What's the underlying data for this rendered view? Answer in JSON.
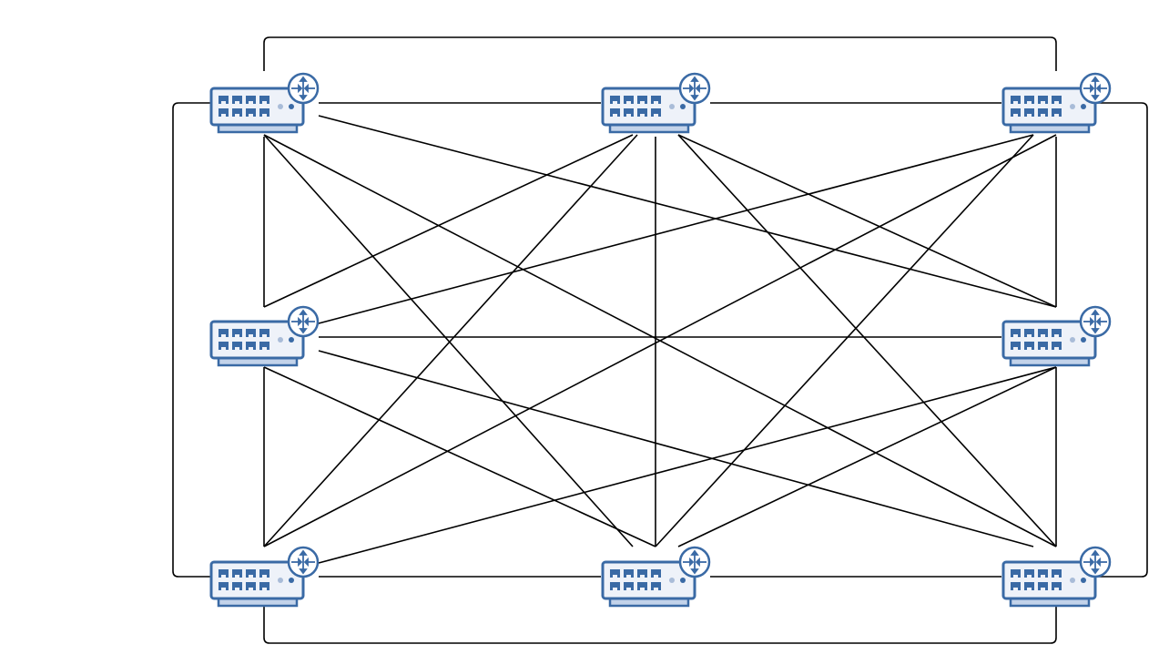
{
  "diagram": {
    "type": "full-mesh network topology",
    "node_icon": "layer3-switch-icon",
    "colors": {
      "icon_stroke": "#3a6aa5",
      "icon_fill": "#eef2f9",
      "icon_base": "#c3d3ea",
      "link": "#000000",
      "background": "#ffffff"
    },
    "nodes": [
      {
        "id": "top-left"
      },
      {
        "id": "top-center"
      },
      {
        "id": "top-right"
      },
      {
        "id": "middle-left"
      },
      {
        "id": "middle-right"
      },
      {
        "id": "bottom-left"
      },
      {
        "id": "bottom-center"
      },
      {
        "id": "bottom-right"
      }
    ],
    "links": [
      [
        "top-left",
        "top-center"
      ],
      [
        "top-center",
        "top-right"
      ],
      [
        "top-left",
        "top-right"
      ],
      [
        "middle-left",
        "middle-right"
      ],
      [
        "bottom-left",
        "bottom-center"
      ],
      [
        "bottom-center",
        "bottom-right"
      ],
      [
        "bottom-left",
        "bottom-right"
      ],
      [
        "top-left",
        "bottom-left"
      ],
      [
        "top-right",
        "bottom-right"
      ],
      [
        "top-left",
        "middle-left"
      ],
      [
        "middle-left",
        "bottom-left"
      ],
      [
        "top-right",
        "middle-right"
      ],
      [
        "middle-right",
        "bottom-right"
      ],
      [
        "top-center",
        "bottom-center"
      ],
      [
        "top-left",
        "bottom-right"
      ],
      [
        "top-left",
        "bottom-center"
      ],
      [
        "top-left",
        "middle-right"
      ],
      [
        "top-center",
        "middle-left"
      ],
      [
        "top-center",
        "bottom-left"
      ],
      [
        "top-center",
        "bottom-right"
      ],
      [
        "top-center",
        "middle-right"
      ],
      [
        "top-right",
        "middle-left"
      ],
      [
        "top-right",
        "bottom-center"
      ],
      [
        "top-right",
        "bottom-left"
      ],
      [
        "middle-left",
        "bottom-right"
      ],
      [
        "middle-left",
        "bottom-center"
      ],
      [
        "middle-right",
        "bottom-left"
      ],
      [
        "middle-right",
        "bottom-center"
      ]
    ]
  }
}
